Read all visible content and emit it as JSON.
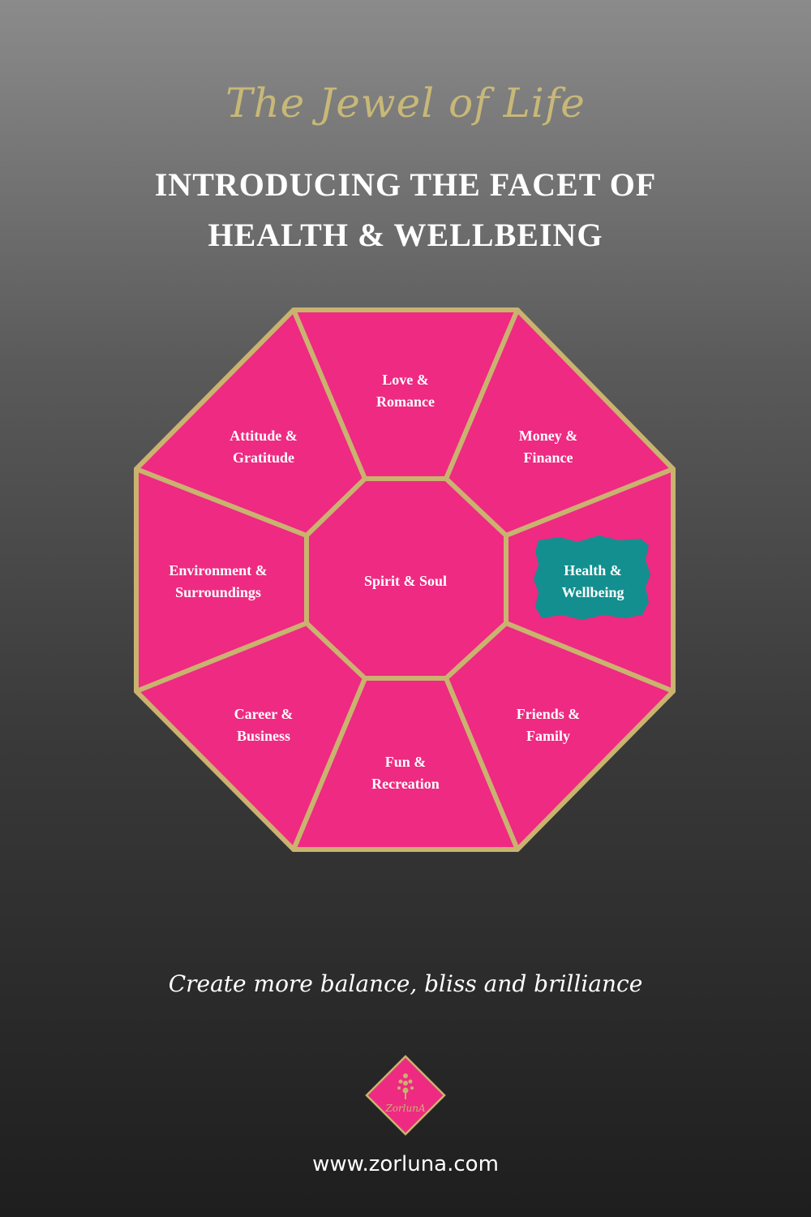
{
  "header": {
    "script_title": "The Jewel of Life",
    "headline_line1": "INTRODUCING THE FACET OF",
    "headline_line2": "HEALTH & WELLBEING"
  },
  "jewel": {
    "center": "Spirit & Soul",
    "facets": {
      "love": [
        "Love &",
        "Romance"
      ],
      "money": [
        "Money &",
        "Finance"
      ],
      "health": [
        "Health &",
        "Wellbeing"
      ],
      "friends": [
        "Friends &",
        "Family"
      ],
      "fun": [
        "Fun &",
        "Recreation"
      ],
      "career": [
        "Career &",
        "Business"
      ],
      "environment": [
        "Environment &",
        "Surroundings"
      ],
      "attitude": [
        "Attitude &",
        "Gratitude"
      ]
    },
    "highlighted": "health",
    "colors": {
      "facet": "#ee2a82",
      "border": "#c9b36f",
      "highlight": "#138f8f"
    }
  },
  "footer": {
    "tagline": "Create more balance, bliss and brilliance",
    "logo_text": "ZorlunA",
    "website": "www.zorluna.com"
  }
}
